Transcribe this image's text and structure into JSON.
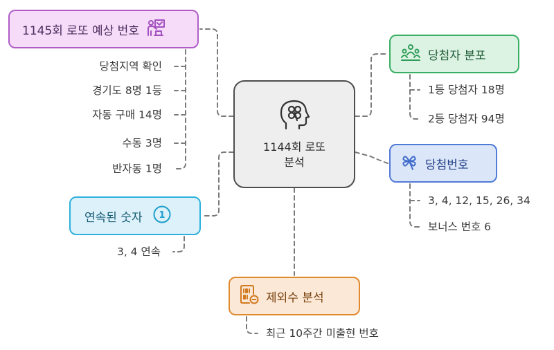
{
  "center": {
    "line1": "1144회 로또",
    "line2": "분석",
    "icon": "brain-clover-icon"
  },
  "predict": {
    "title": "1145회 로또 예상 번호",
    "icon": "presenter-board-icon",
    "color": "#b05cc8",
    "items": [
      "당첨지역 확인",
      "경기도 8명 1등",
      "자동 구매 14명",
      "수동 3명",
      "반자동 1명"
    ]
  },
  "winners": {
    "title": "당첨자 분포",
    "icon": "group-people-icon",
    "color": "#3aaf64",
    "items": [
      "1등 당첨자 18명",
      "2등 당첨자 94명"
    ]
  },
  "numbers": {
    "title": "당첨번호",
    "icon": "clover-icon",
    "color": "#4f7ad6",
    "items": [
      "3, 4, 12, 15, 26, 34",
      "보너스 번호 6"
    ]
  },
  "consecutive": {
    "title": "연속된 숫자",
    "icon": "number-one-circle-icon",
    "badge": "1",
    "color": "#2db0dc",
    "items": [
      "3, 4 연속"
    ]
  },
  "exclude": {
    "title": "제외수 분석",
    "icon": "binary-sheet-minus-icon",
    "color": "#e08a2f",
    "items": [
      "최근 10주간 미출현 번호"
    ]
  }
}
